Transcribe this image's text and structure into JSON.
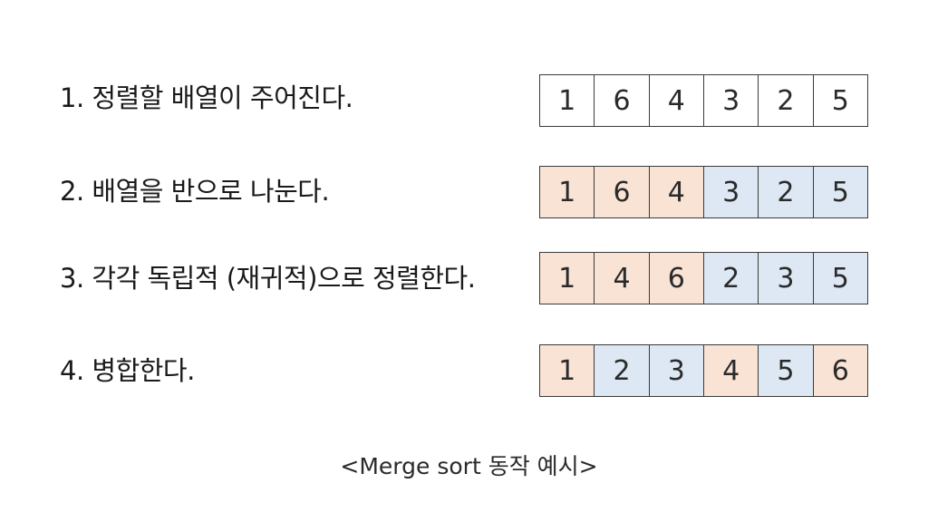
{
  "colors": {
    "white": "#ffffff",
    "peach": "#f9e3d5",
    "blue": "#dde8f4",
    "border": "#3a3a3a"
  },
  "steps": [
    {
      "label": "1. 정렬할 배열이 주어진다.",
      "cells": [
        {
          "value": "1",
          "color": "white"
        },
        {
          "value": "6",
          "color": "white"
        },
        {
          "value": "4",
          "color": "white"
        },
        {
          "value": "3",
          "color": "white"
        },
        {
          "value": "2",
          "color": "white"
        },
        {
          "value": "5",
          "color": "white"
        }
      ]
    },
    {
      "label": "2. 배열을 반으로 나눈다.",
      "cells": [
        {
          "value": "1",
          "color": "peach"
        },
        {
          "value": "6",
          "color": "peach"
        },
        {
          "value": "4",
          "color": "peach"
        },
        {
          "value": "3",
          "color": "blue"
        },
        {
          "value": "2",
          "color": "blue"
        },
        {
          "value": "5",
          "color": "blue"
        }
      ]
    },
    {
      "label": "3. 각각 독립적 (재귀적)으로 정렬한다.",
      "cells": [
        {
          "value": "1",
          "color": "peach"
        },
        {
          "value": "4",
          "color": "peach"
        },
        {
          "value": "6",
          "color": "peach"
        },
        {
          "value": "2",
          "color": "blue"
        },
        {
          "value": "3",
          "color": "blue"
        },
        {
          "value": "5",
          "color": "blue"
        }
      ]
    },
    {
      "label": "4. 병합한다.",
      "cells": [
        {
          "value": "1",
          "color": "peach"
        },
        {
          "value": "2",
          "color": "blue"
        },
        {
          "value": "3",
          "color": "blue"
        },
        {
          "value": "4",
          "color": "peach"
        },
        {
          "value": "5",
          "color": "blue"
        },
        {
          "value": "6",
          "color": "peach"
        }
      ]
    }
  ],
  "caption": "<Merge sort 동작 예시>"
}
